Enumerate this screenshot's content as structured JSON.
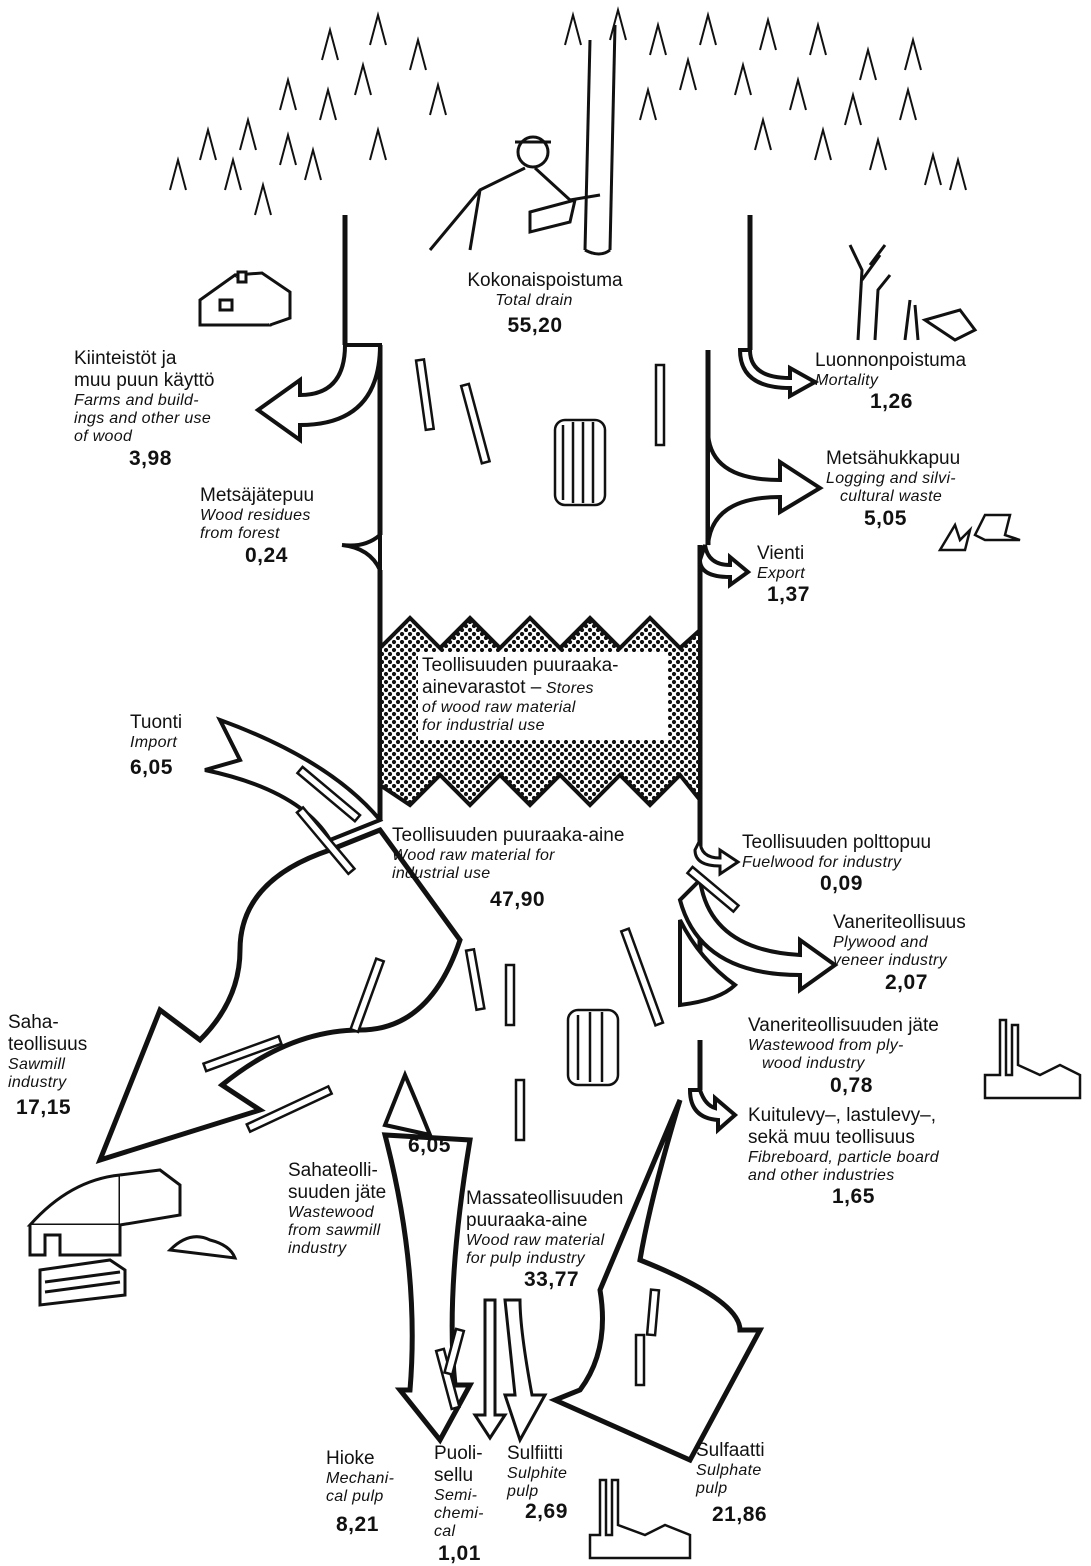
{
  "total_drain": {
    "fi": "Kokonaispoistuma",
    "en": "Total drain",
    "value": "55,20"
  },
  "farms": {
    "fi1": "Kiinteistöt ja",
    "fi2": "muu puun käyttö",
    "en1": "Farms and build-",
    "en2": "ings and other use",
    "en3": "of wood",
    "value": "3,98"
  },
  "residues": {
    "fi": "Metsäjätepuu",
    "en1": "Wood residues",
    "en2": "from forest",
    "value": "0,24"
  },
  "mortality": {
    "fi": "Luonnonpoistuma",
    "en": "Mortality",
    "value": "1,26"
  },
  "logging_waste": {
    "fi": "Metsähukkapuu",
    "en1": "Logging and silvi-",
    "en2": "cultural waste",
    "value": "5,05"
  },
  "export": {
    "fi": "Vienti",
    "en": "Export",
    "value": "1,37"
  },
  "stores": {
    "fi1": "Teollisuuden puuraaka-",
    "fi2": "ainevarastot –",
    "en1": "Stores",
    "en2": "of wood raw material",
    "en3": "for industrial use"
  },
  "import": {
    "fi": "Tuonti",
    "en": "Import",
    "value": "6,05"
  },
  "industrial_wood": {
    "fi": "Teollisuuden puuraaka-aine",
    "en1": "Wood raw material for",
    "en2": "industrial use",
    "value": "47,90"
  },
  "fuelwood": {
    "fi": "Teollisuuden polttopuu",
    "en": "Fuelwood for industry",
    "value": "0,09"
  },
  "plywood": {
    "fi": "Vaneriteollisuus",
    "en1": "Plywood and",
    "en2": "veneer industry",
    "value": "2,07"
  },
  "plywood_waste": {
    "fi": "Vaneriteollisuuden jäte",
    "en1": "Wastewood from ply-",
    "en2": "wood industry",
    "value": "0,78"
  },
  "fibreboard": {
    "fi1": "Kuitulevy–, lastulevy–,",
    "fi2": "sekä muu teollisuus",
    "en1": "Fibreboard, particle board",
    "en2": "and other industries",
    "value": "1,65"
  },
  "sawmill": {
    "fi1": "Saha-",
    "fi2": "teollisuus",
    "en1": "Sawmill",
    "en2": "industry",
    "value": "17,15"
  },
  "sawmill_waste_value": "6,05",
  "sawmill_waste": {
    "fi1": "Sahateolli-",
    "fi2": "suuden jäte",
    "en1": "Wastewood",
    "en2": "from sawmill",
    "en3": "industry"
  },
  "pulp_wood": {
    "fi1": "Massateollisuuden",
    "fi2": "puuraaka-aine",
    "en1": "Wood raw material",
    "en2": "for pulp industry",
    "value": "33,77"
  },
  "mechanical": {
    "fi": "Hioke",
    "en1": "Mechani-",
    "en2": "cal pulp",
    "value": "8,21"
  },
  "semichemical": {
    "fi1": "Puoli-",
    "fi2": "sellu",
    "en1": "Semi-",
    "en2": "chemi-",
    "en3": "cal",
    "value": "1,01"
  },
  "sulphite": {
    "fi": "Sulfiitti",
    "en1": "Sulphite",
    "en2": "pulp",
    "value": "2,69"
  },
  "sulphate": {
    "fi": "Sulfaatti",
    "en1": "Sulphate",
    "en2": "pulp",
    "value": "21,86"
  }
}
